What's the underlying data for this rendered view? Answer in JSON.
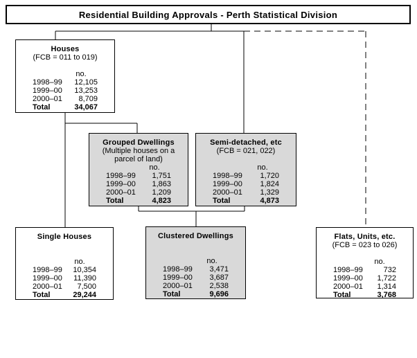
{
  "title": "Residential Building Approvals - Perth Statistical Division",
  "boxes": {
    "houses": {
      "title": "Houses",
      "subtitle": "(FCB = 011 to 019)",
      "unit": "no.",
      "rows": [
        {
          "year": "1998–99",
          "value": "12,105"
        },
        {
          "year": "1999–00",
          "value": "13,253"
        },
        {
          "year": "2000–01",
          "value": "8,709"
        }
      ],
      "total_label": "Total",
      "total": "34,067"
    },
    "grouped": {
      "title": "Grouped Dwellings",
      "subtitle": "(Multiple houses on a\nparcel of land)",
      "unit": "no.",
      "rows": [
        {
          "year": "1998–99",
          "value": "1,751"
        },
        {
          "year": "1999–00",
          "value": "1,863"
        },
        {
          "year": "2000–01",
          "value": "1,209"
        }
      ],
      "total_label": "Total",
      "total": "4,823"
    },
    "semi": {
      "title": "Semi-detached, etc",
      "subtitle": "(FCB = 021, 022)",
      "unit": "no.",
      "rows": [
        {
          "year": "1998–99",
          "value": "1,720"
        },
        {
          "year": "1999–00",
          "value": "1,824"
        },
        {
          "year": "2000–01",
          "value": "1,329"
        }
      ],
      "total_label": "Total",
      "total": "4,873"
    },
    "single": {
      "title": "Single Houses",
      "subtitle": "",
      "unit": "no.",
      "rows": [
        {
          "year": "1998–99",
          "value": "10,354"
        },
        {
          "year": "1999–00",
          "value": "11,390"
        },
        {
          "year": "2000–01",
          "value": "7,500"
        }
      ],
      "total_label": "Total",
      "total": "29,244"
    },
    "clustered": {
      "title": "Clustered Dwellings",
      "subtitle": "",
      "unit": "no.",
      "rows": [
        {
          "year": "1998–99",
          "value": "3,471"
        },
        {
          "year": "1999–00",
          "value": "3,687"
        },
        {
          "year": "2000–01",
          "value": "2,538"
        }
      ],
      "total_label": "Total",
      "total": "9,696"
    },
    "flats": {
      "title": "Flats, Units, etc.",
      "subtitle": "(FCB = 023 to 026)",
      "unit": "no.",
      "rows": [
        {
          "year": "1998–99",
          "value": "732"
        },
        {
          "year": "1999–00",
          "value": "1,722"
        },
        {
          "year": "2000–01",
          "value": "1,314"
        }
      ],
      "total_label": "Total",
      "total": "3,768"
    }
  },
  "colors": {
    "box_gray": "#d9d9d9",
    "box_white": "#ffffff",
    "line": "#000000"
  }
}
